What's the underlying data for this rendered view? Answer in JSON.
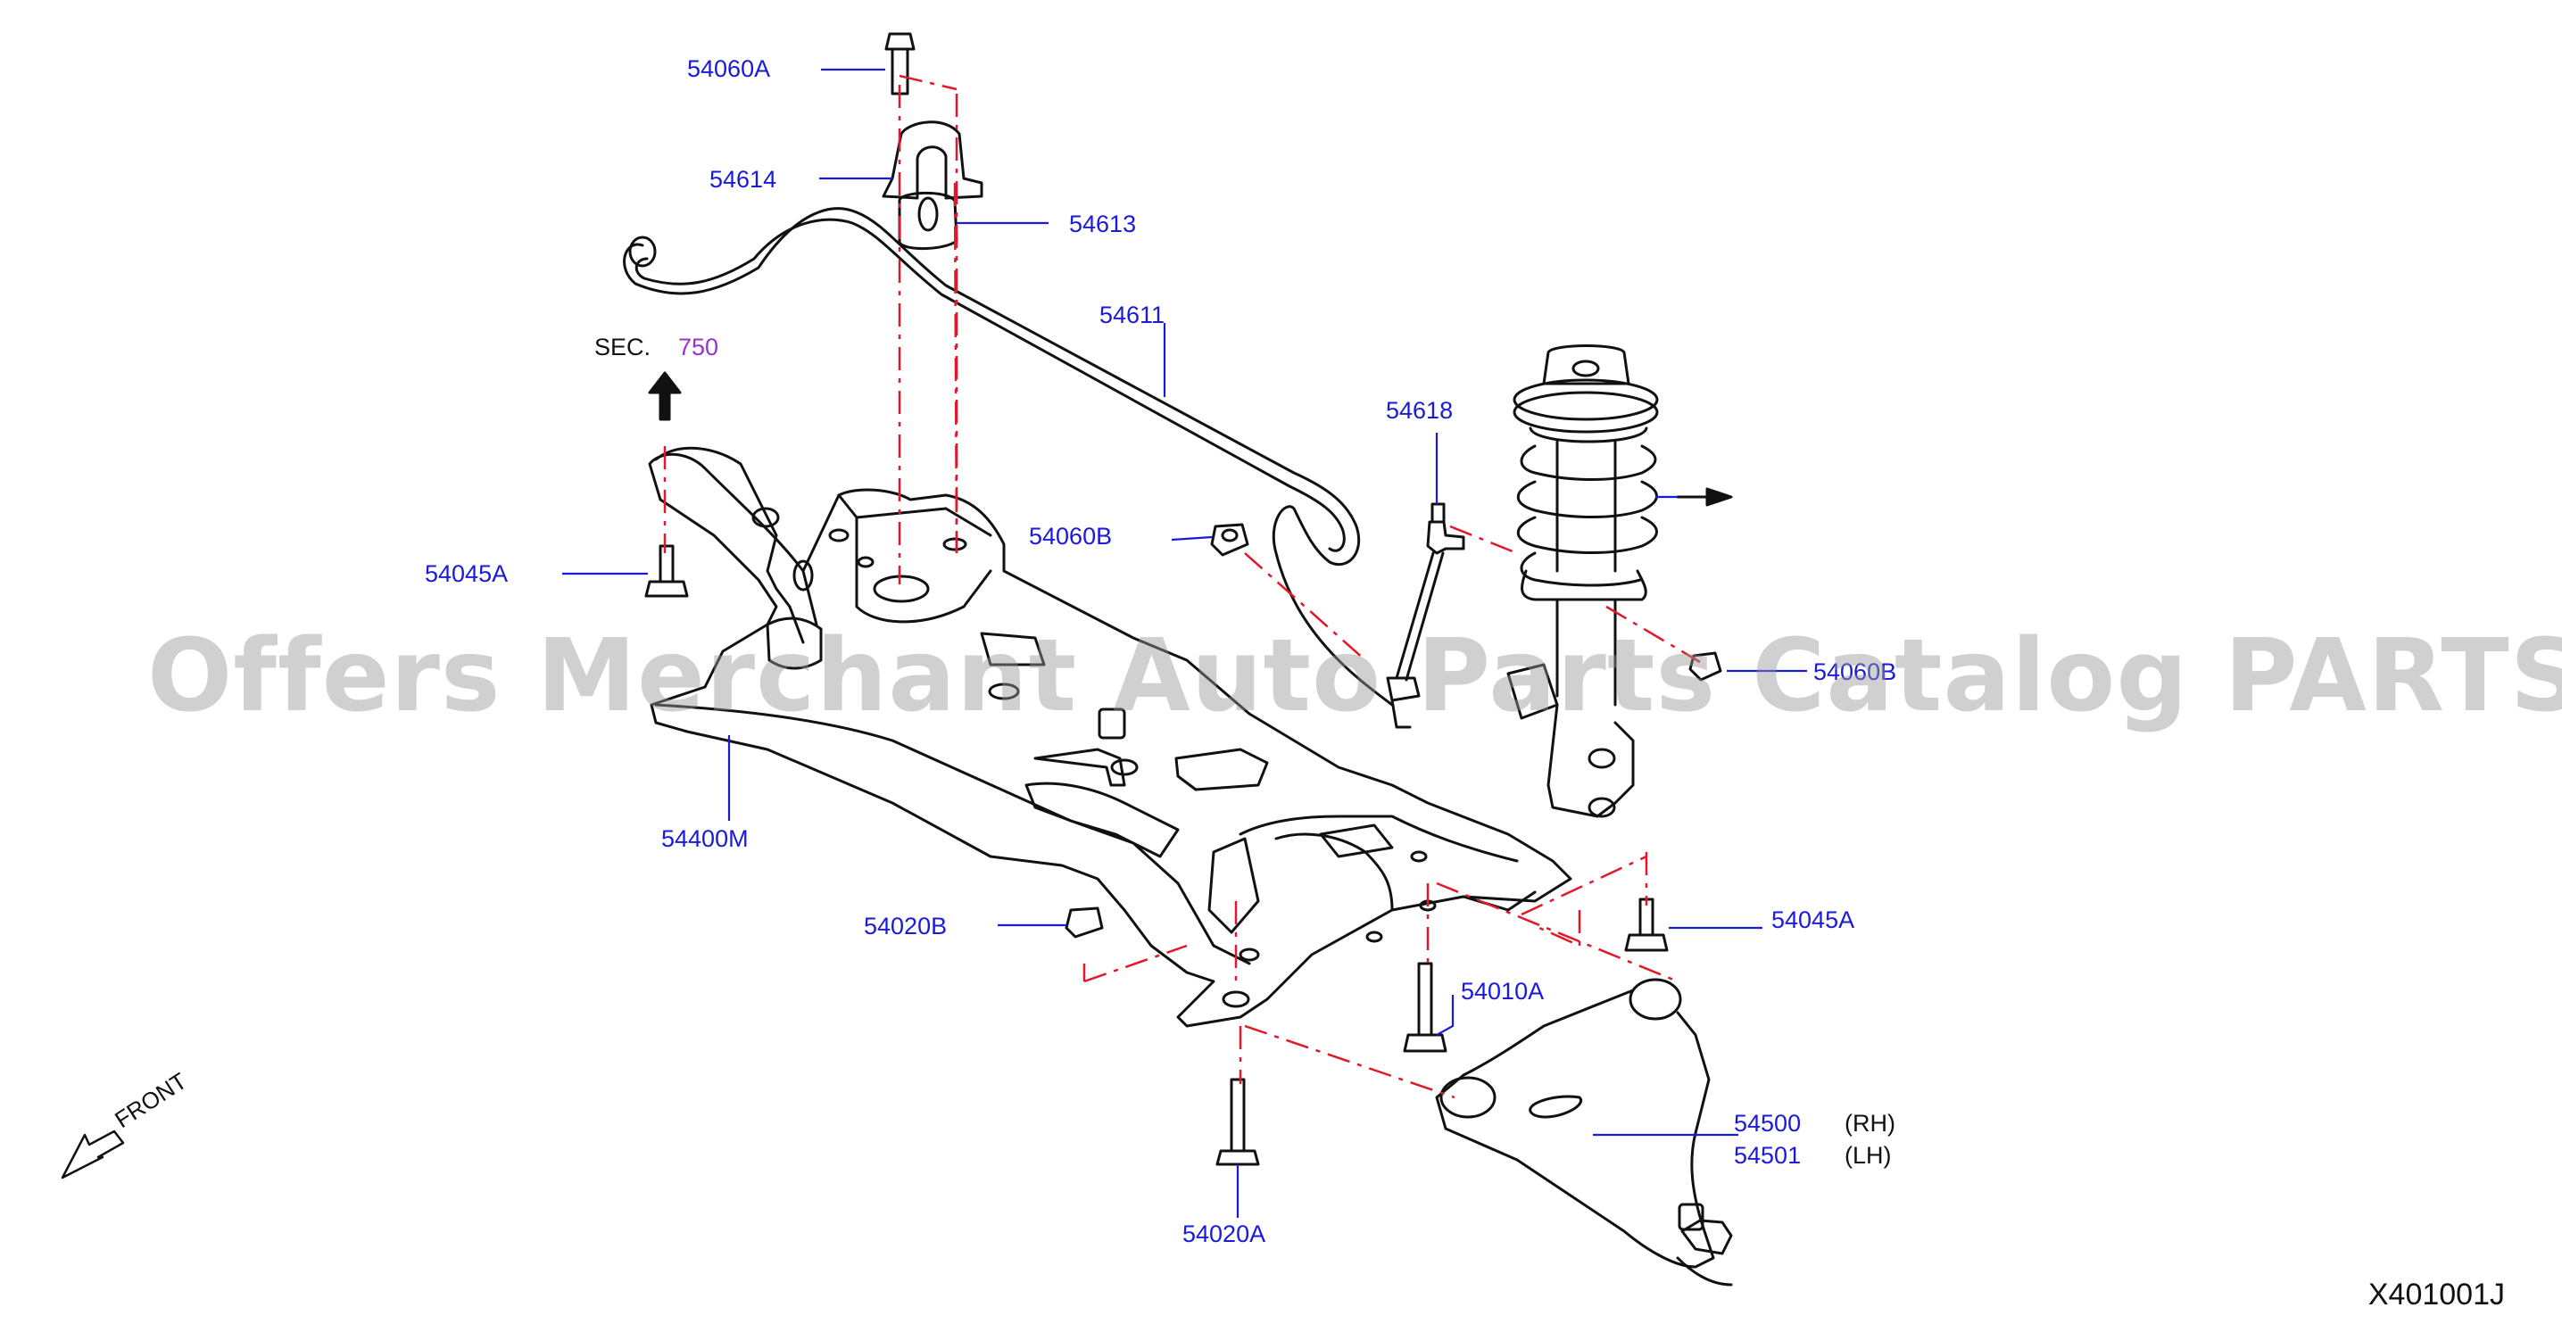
{
  "diagram": {
    "labels": {
      "p54060A": "54060A",
      "p54614": "54614",
      "p54613": "54613",
      "p54611": "54611",
      "sec": "SEC.",
      "sec_num": "750",
      "p54618": "54618",
      "p54060B_left": "54060B",
      "p54060B_right": "54060B",
      "p54045A_left": "54045A",
      "p54045A_right": "54045A",
      "p54400M": "54400M",
      "p54020B": "54020B",
      "p54010A": "54010A",
      "p54500": "54500",
      "p54501": "54501",
      "rh": "(RH)",
      "lh": "(LH)",
      "p54020A": "54020A",
      "front": "FRONT",
      "drawing_code": "X401001J"
    },
    "watermark": "Offers Merchant Auto Parts Catalog PARTSTORE.SA",
    "colors": {
      "label": "#1a1adb",
      "leader": "#1a1adb",
      "ref_line": "#e0182a",
      "outline": "#111111",
      "section_ref": "#9b2fd6"
    }
  }
}
